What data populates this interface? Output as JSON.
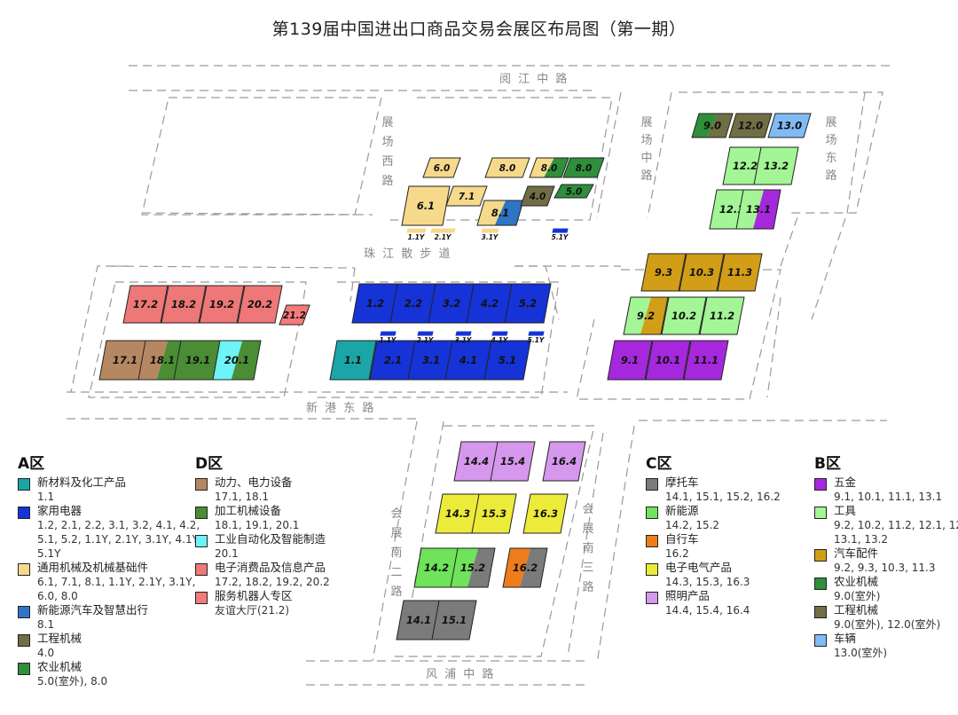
{
  "title": "第139届中国进出口商品交易会展区布局图（第一期）",
  "roads": {
    "north": "阅 江 中 路",
    "south": "风 浦 中 路",
    "pearl": "珠 江 散 步 道",
    "xingang": "新 港 东 路",
    "west": "展场西路",
    "middle": "展场中路",
    "east": "展场东路",
    "south2": "会展南二路",
    "south3": "会展南三路"
  },
  "colors": {
    "A_new_materials": "#1aa6a6",
    "A_appliances": "#1533d6",
    "A_machinery": "#f7d98b",
    "A_nev": "#2e75c5",
    "A_construction": "#6f6e44",
    "A_agri": "#2f8f3a",
    "D_power": "#b58862",
    "D_processing": "#4a8d34",
    "D_automation": "#6ef3f7",
    "D_electronics": "#ee7777",
    "D_robot": "#f57b7b",
    "C_moto": "#7b7b7b",
    "C_newenergy": "#6fe35a",
    "C_bike": "#ef7c1a",
    "C_electrical": "#eceb3a",
    "C_lighting": "#d698ec",
    "B_hardware": "#a528dc",
    "B_tools": "#a3f595",
    "B_auto": "#d39e17",
    "B_agri": "#2f8f3a",
    "B_construction": "#6f6e44",
    "B_vehicles": "#80bbf5"
  },
  "legend": {
    "A": {
      "title": "A区",
      "items": [
        {
          "name": "新材料及化工产品",
          "halls": "1.1",
          "color": "#1aa6a6"
        },
        {
          "name": "家用电器",
          "halls": "1.2, 2.1, 2.2, 3.1, 3.2, 4.1, 4.2, 5.1, 5.2, 1.1Y, 2.1Y, 3.1Y, 4.1Y, 5.1Y",
          "color": "#1533d6"
        },
        {
          "name": "通用机械及机械基础件",
          "halls": "6.1, 7.1, 8.1, 1.1Y, 2.1Y, 3.1Y, 6.0, 8.0",
          "color": "#f7d98b"
        },
        {
          "name": "新能源汽车及智慧出行",
          "halls": "8.1",
          "color": "#2e75c5"
        },
        {
          "name": "工程机械",
          "halls": "4.0",
          "color": "#6f6e44"
        },
        {
          "name": "农业机械",
          "halls": "5.0(室外), 8.0",
          "color": "#2f8f3a"
        }
      ]
    },
    "D": {
      "title": "D区",
      "items": [
        {
          "name": "动力、电力设备",
          "halls": "17.1, 18.1",
          "color": "#b58862"
        },
        {
          "name": "加工机械设备",
          "halls": "18.1, 19.1, 20.1",
          "color": "#4a8d34"
        },
        {
          "name": "工业自动化及智能制造",
          "halls": "20.1",
          "color": "#6ef3f7"
        },
        {
          "name": "电子消费品及信息产品",
          "halls": "17.2, 18.2, 19.2, 20.2",
          "color": "#ee7777"
        },
        {
          "name": "服务机器人专区",
          "halls": "友谊大厅(21.2)",
          "color": "#f57b7b"
        }
      ]
    },
    "C": {
      "title": "C区",
      "items": [
        {
          "name": "摩托车",
          "halls": "14.1, 15.1, 15.2, 16.2",
          "color": "#7b7b7b"
        },
        {
          "name": "新能源",
          "halls": "14.2, 15.2",
          "color": "#6fe35a"
        },
        {
          "name": "自行车",
          "halls": "16.2",
          "color": "#ef7c1a"
        },
        {
          "name": "电子电气产品",
          "halls": "14.3, 15.3, 16.3",
          "color": "#eceb3a"
        },
        {
          "name": "照明产品",
          "halls": "14.4, 15.4, 16.4",
          "color": "#d698ec"
        }
      ]
    },
    "B": {
      "title": "B区",
      "items": [
        {
          "name": "五金",
          "halls": "9.1, 10.1, 11.1, 13.1",
          "color": "#a528dc"
        },
        {
          "name": "工具",
          "halls": "9.2, 10.2, 11.2, 12.1, 12.2, 13.1, 13.2",
          "color": "#a3f595"
        },
        {
          "name": "汽车配件",
          "halls": "9.2, 9.3, 10.3, 11.3",
          "color": "#d39e17"
        },
        {
          "name": "农业机械",
          "halls": "9.0(室外)",
          "color": "#2f8f3a"
        },
        {
          "name": "工程机械",
          "halls": "9.0(室外), 12.0(室外)",
          "color": "#6f6e44"
        },
        {
          "name": "车辆",
          "halls": "13.0(室外)",
          "color": "#80bbf5"
        }
      ]
    }
  },
  "halls": [
    {
      "id": "6.0",
      "color": "#f7d98b"
    },
    {
      "id": "8.0",
      "color": "#f7d98b"
    },
    {
      "id": "8.0",
      "color": "#f7d98b",
      "color2": "#2f8f3a"
    },
    {
      "id": "8.0",
      "color": "#2f8f3a"
    },
    {
      "id": "6.1",
      "color": "#f7d98b"
    },
    {
      "id": "7.1",
      "color": "#f7d98b"
    },
    {
      "id": "8.1",
      "color": "#f7d98b",
      "color2": "#2e75c5"
    },
    {
      "id": "4.0",
      "color": "#6f6e44"
    },
    {
      "id": "5.0",
      "color": "#2f8f3a"
    },
    {
      "id": "9.0",
      "color": "#2f8f3a",
      "color2": "#6f6e44"
    },
    {
      "id": "12.0",
      "color": "#6f6e44"
    },
    {
      "id": "13.0",
      "color": "#80bbf5"
    },
    {
      "id": "12.2",
      "color": "#a3f595"
    },
    {
      "id": "13.2",
      "color": "#a3f595"
    },
    {
      "id": "12.1",
      "color": "#a3f595"
    },
    {
      "id": "13.1",
      "color": "#a3f595",
      "color2": "#a528dc"
    },
    {
      "id": "17.2",
      "color": "#ee7777"
    },
    {
      "id": "18.2",
      "color": "#ee7777"
    },
    {
      "id": "19.2",
      "color": "#ee7777"
    },
    {
      "id": "20.2",
      "color": "#ee7777"
    },
    {
      "id": "21.2",
      "color": "#f57b7b"
    },
    {
      "id": "17.1",
      "color": "#b58862"
    },
    {
      "id": "18.1",
      "color": "#b58862",
      "color2": "#4a8d34"
    },
    {
      "id": "19.1",
      "color": "#4a8d34"
    },
    {
      "id": "20.1",
      "color": "#6ef3f7",
      "color2": "#4a8d34"
    },
    {
      "id": "1.2",
      "color": "#1533d6"
    },
    {
      "id": "2.2",
      "color": "#1533d6"
    },
    {
      "id": "3.2",
      "color": "#1533d6"
    },
    {
      "id": "4.2",
      "color": "#1533d6"
    },
    {
      "id": "5.2",
      "color": "#1533d6"
    },
    {
      "id": "1.1",
      "color": "#1aa6a6"
    },
    {
      "id": "2.1",
      "color": "#1533d6"
    },
    {
      "id": "3.1",
      "color": "#1533d6"
    },
    {
      "id": "4.1",
      "color": "#1533d6"
    },
    {
      "id": "5.1",
      "color": "#1533d6"
    },
    {
      "id": "9.3",
      "color": "#d39e17"
    },
    {
      "id": "10.3",
      "color": "#d39e17"
    },
    {
      "id": "11.3",
      "color": "#d39e17"
    },
    {
      "id": "9.2",
      "color": "#a3f595",
      "color2": "#d39e17"
    },
    {
      "id": "10.2",
      "color": "#a3f595"
    },
    {
      "id": "11.2",
      "color": "#a3f595"
    },
    {
      "id": "9.1",
      "color": "#a528dc"
    },
    {
      "id": "10.1",
      "color": "#a528dc"
    },
    {
      "id": "11.1",
      "color": "#a528dc"
    },
    {
      "id": "14.4",
      "color": "#d698ec"
    },
    {
      "id": "15.4",
      "color": "#d698ec"
    },
    {
      "id": "16.4",
      "color": "#d698ec"
    },
    {
      "id": "14.3",
      "color": "#eceb3a"
    },
    {
      "id": "15.3",
      "color": "#eceb3a"
    },
    {
      "id": "16.3",
      "color": "#eceb3a"
    },
    {
      "id": "14.2",
      "color": "#6fe35a"
    },
    {
      "id": "15.2",
      "color": "#6fe35a",
      "color2": "#7b7b7b"
    },
    {
      "id": "16.2",
      "color": "#ef7c1a",
      "color2": "#7b7b7b"
    },
    {
      "id": "14.1",
      "color": "#7b7b7b"
    },
    {
      "id": "15.1",
      "color": "#7b7b7b"
    }
  ],
  "mezzanines": [
    {
      "id": "1.1Y",
      "color": "#f7d98b"
    },
    {
      "id": "2.1Y",
      "color": "#f7d98b"
    },
    {
      "id": "3.1Y",
      "color": "#f7d98b"
    },
    {
      "id": "5.1Y",
      "color": "#1533d6"
    },
    {
      "id": "1.1Y",
      "color": "#1533d6"
    },
    {
      "id": "2.1Y",
      "color": "#1533d6"
    },
    {
      "id": "3.1Y",
      "color": "#1533d6"
    },
    {
      "id": "4.1Y",
      "color": "#1533d6"
    },
    {
      "id": "5.1Y",
      "color": "#1533d6"
    }
  ]
}
